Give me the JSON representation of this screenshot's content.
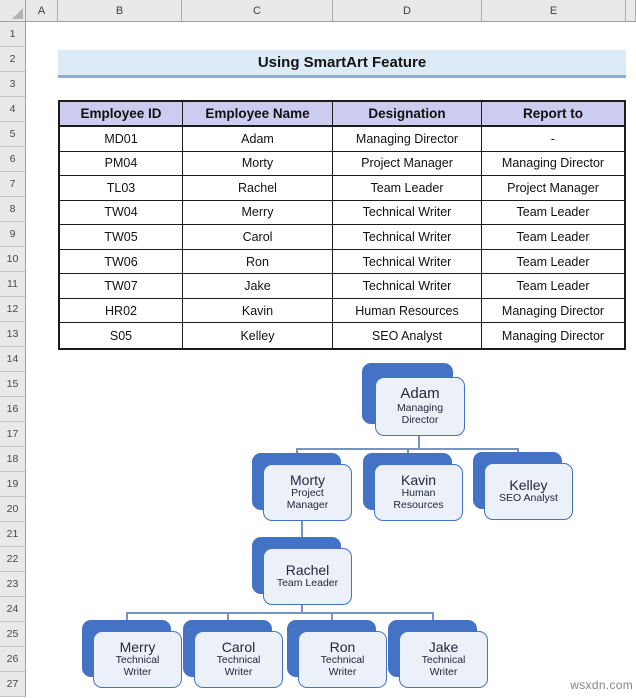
{
  "spreadsheet": {
    "column_letters": [
      "A",
      "B",
      "C",
      "D",
      "E"
    ],
    "row_numbers": [
      "1",
      "2",
      "3",
      "4",
      "5",
      "6",
      "7",
      "8",
      "9",
      "10",
      "11",
      "12",
      "13",
      "14",
      "15",
      "16",
      "17",
      "18",
      "19",
      "20",
      "21",
      "22",
      "23",
      "24",
      "25",
      "26",
      "27"
    ]
  },
  "title": {
    "text": "Using SmartArt Feature"
  },
  "table": {
    "headers": [
      "Employee ID",
      "Employee Name",
      "Designation",
      "Report to"
    ],
    "rows": [
      [
        "MD01",
        "Adam",
        "Managing Director",
        "-"
      ],
      [
        "PM04",
        "Morty",
        "Project Manager",
        "Managing Director"
      ],
      [
        "TL03",
        "Rachel",
        "Team Leader",
        "Project Manager"
      ],
      [
        "TW04",
        "Merry",
        "Technical Writer",
        "Team Leader"
      ],
      [
        "TW05",
        "Carol",
        "Technical Writer",
        "Team Leader"
      ],
      [
        "TW06",
        "Ron",
        "Technical Writer",
        "Team Leader"
      ],
      [
        "TW07",
        "Jake",
        "Technical Writer",
        "Team Leader"
      ],
      [
        "HR02",
        "Kavin",
        "Human Resources",
        "Managing Director"
      ],
      [
        "S05",
        "Kelley",
        "SEO Analyst",
        "Managing Director"
      ]
    ]
  },
  "org_chart": {
    "nodes": {
      "adam": {
        "name": "Adam",
        "role": "Managing Director"
      },
      "morty": {
        "name": "Morty",
        "role": "Project Manager"
      },
      "kavin": {
        "name": "Kavin",
        "role": "Human Resources"
      },
      "kelley": {
        "name": "Kelley",
        "role": "SEO Analyst"
      },
      "rachel": {
        "name": "Rachel",
        "role": "Team Leader"
      },
      "merry": {
        "name": "Merry",
        "role": "Technical Writer"
      },
      "carol": {
        "name": "Carol",
        "role": "Technical Writer"
      },
      "ron": {
        "name": "Ron",
        "role": "Technical Writer"
      },
      "jake": {
        "name": "Jake",
        "role": "Technical Writer"
      }
    }
  },
  "watermark": {
    "text": "wsxdn.com"
  },
  "colors": {
    "accent_blue": "#4472c4",
    "node_card_fill": "#ecf1f9",
    "connector_blue": "#7495c4",
    "table_header_fill": "#ccccf0",
    "title_fill": "#ddebf7",
    "title_border": "#8faadc",
    "chrome_gray": "#e9e9e9"
  }
}
